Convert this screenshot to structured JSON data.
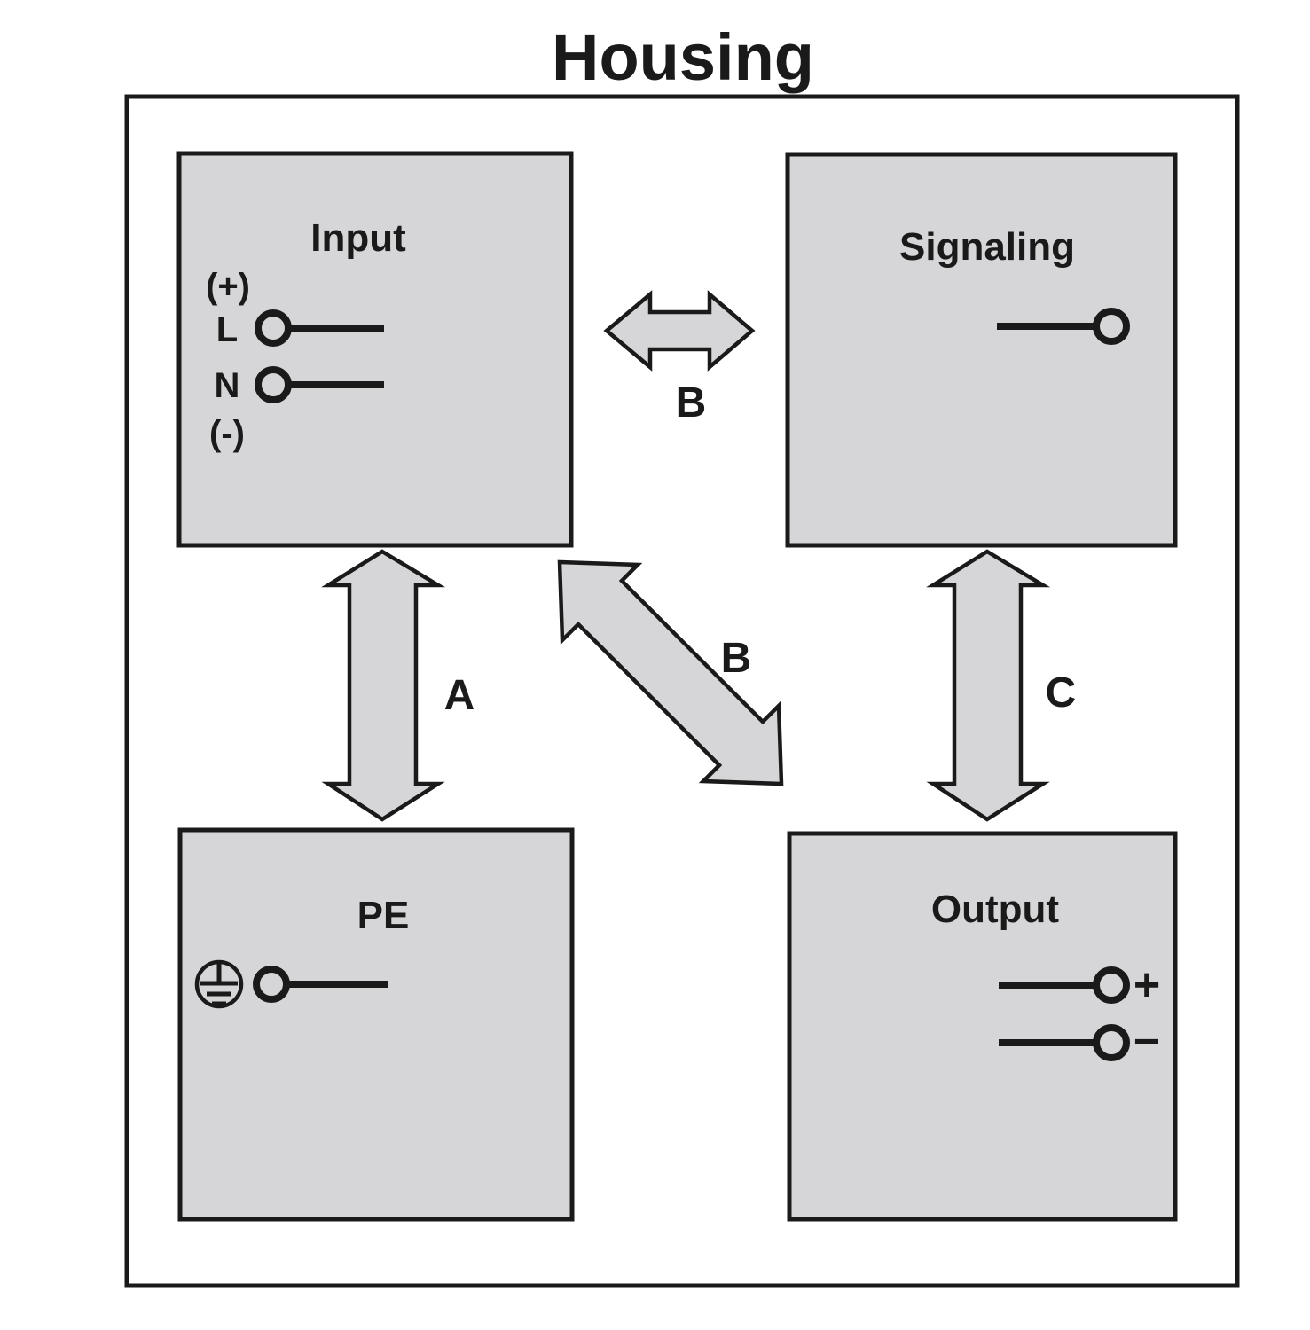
{
  "title": "Housing",
  "colors": {
    "block_fill": "#d6d6d8",
    "stroke": "#1a1a1a",
    "background": "#ffffff",
    "arrow_fill": "#d6d6d8"
  },
  "blocks": {
    "input": {
      "label": "Input",
      "polarity_top": "(+)",
      "polarity_bottom": "(-)",
      "terminals": [
        {
          "label": "L",
          "name": "line-terminal"
        },
        {
          "label": "N",
          "name": "neutral-terminal"
        }
      ]
    },
    "signaling": {
      "label": "Signaling",
      "terminals": [
        {
          "label": "",
          "name": "signal-terminal"
        }
      ]
    },
    "pe": {
      "label": "PE",
      "symbol": "protective-earth-symbol",
      "terminals": [
        {
          "label": "",
          "name": "earth-terminal"
        }
      ]
    },
    "output": {
      "label": "Output",
      "terminals": [
        {
          "label": "+",
          "name": "output-positive-terminal"
        },
        {
          "label": "−",
          "name": "output-negative-terminal"
        }
      ]
    }
  },
  "arrows": [
    {
      "id": "arrow-b-horizontal",
      "label": "B",
      "orientation": "horizontal",
      "from": "input",
      "to": "signaling",
      "double_headed": true
    },
    {
      "id": "arrow-a-vertical",
      "label": "A",
      "orientation": "vertical",
      "from": "input",
      "to": "pe",
      "double_headed": true
    },
    {
      "id": "arrow-b-diagonal",
      "label": "B",
      "orientation": "diagonal",
      "from": "input",
      "to": "output",
      "double_headed": true
    },
    {
      "id": "arrow-c-vertical",
      "label": "C",
      "orientation": "vertical",
      "from": "signaling",
      "to": "output",
      "double_headed": true
    }
  ]
}
